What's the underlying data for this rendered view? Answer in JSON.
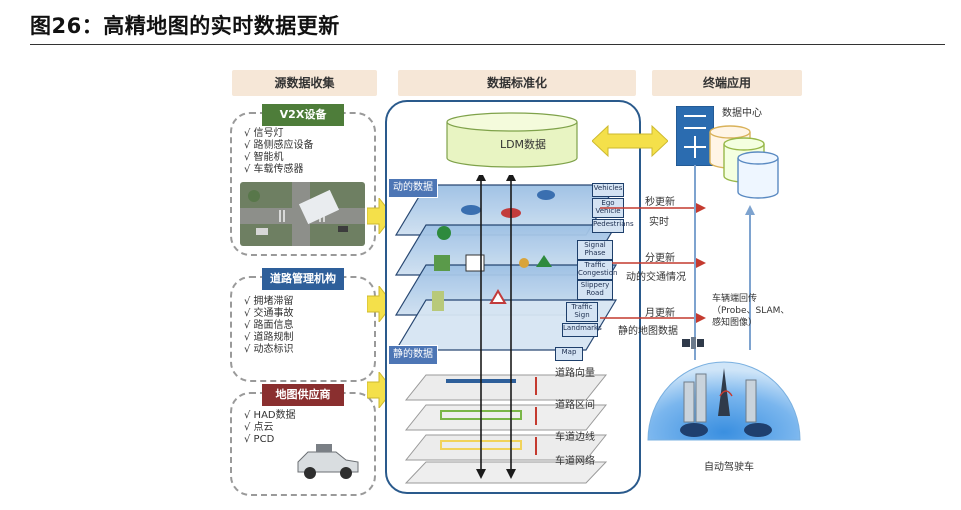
{
  "figure_title": "图26：高精地图的实时数据更新",
  "columns": {
    "source": "源数据收集",
    "standardize": "数据标准化",
    "terminal": "终端应用"
  },
  "sources": [
    {
      "label": "V2X设备",
      "items": [
        "√ 信号灯",
        "√ 路侧感应设备",
        "√ 智能机",
        "√ 车载传感器"
      ]
    },
    {
      "label": "道路管理机构",
      "items": [
        "√ 拥堵滞留",
        "√ 交通事故",
        "√ 路面信息",
        "√ 道路规制",
        "√ 动态标识"
      ]
    },
    {
      "label": "地图供应商",
      "items": [
        "√ HAD数据",
        "√ 点云",
        "√ PCD"
      ]
    }
  ],
  "ldm_label": "LDM数据",
  "layer_tags": {
    "dynamic": "动的数据",
    "static": "静的数据"
  },
  "small_boxes": [
    "Vehicles",
    "Ego Vehicle",
    "Pedestrians",
    "Signal Phase",
    "Traffic Congestion",
    "Slippery Road",
    "Traffic Sign",
    "Landmarks",
    "Map"
  ],
  "road_layers": [
    "道路向量",
    "道路区间",
    "车道边线",
    "车道网络"
  ],
  "updates": [
    {
      "freq": "秒更新",
      "desc": "实时"
    },
    {
      "freq": "分更新",
      "desc": "动的交通情况"
    },
    {
      "freq": "月更新",
      "desc": "静的地图数据"
    }
  ],
  "data_center": "数据中心",
  "vehicle_upload": [
    "车辆端回传",
    "（Probe、SLAM、",
    "感知图像）"
  ],
  "autonomous_car": "自动驾驶车",
  "colors": {
    "panel_border": "#2a5a8c",
    "source_label_green": "#4e7d3a",
    "source_label_blue": "#2e5f9a",
    "source_label_red": "#8a2f2f",
    "arrow_red": "#c43a2f",
    "arrow_yellow": "#f4e04a"
  }
}
